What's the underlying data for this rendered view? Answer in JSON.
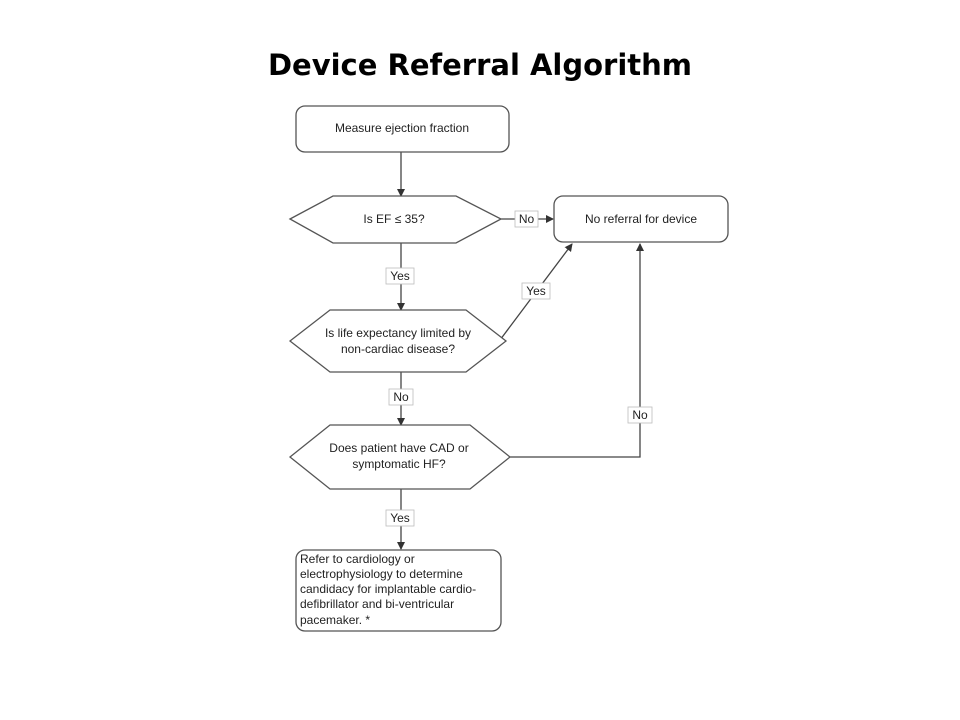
{
  "title": "Device Referral Algorithm",
  "nodes": {
    "start": "Measure ejection fraction",
    "ef_question": "Is EF ≤ 35?",
    "no_referral": "No referral for device",
    "life_line1": "Is life expectancy limited by",
    "life_line2": "non-cardiac disease?",
    "cad_line1": "Does patient have CAD or",
    "cad_line2": "symptomatic HF?",
    "refer_line1": "Refer to cardiology or",
    "refer_line2": "electrophysiology to determine",
    "refer_line3": "candidacy for implantable cardio-",
    "refer_line4": "defibrillator and bi-ventricular",
    "refer_line5": "pacemaker. *"
  },
  "edge_labels": {
    "ef_no": "No",
    "ef_yes": "Yes",
    "life_yes": "Yes",
    "life_no": "No",
    "cad_no": "No",
    "cad_yes": "Yes"
  }
}
